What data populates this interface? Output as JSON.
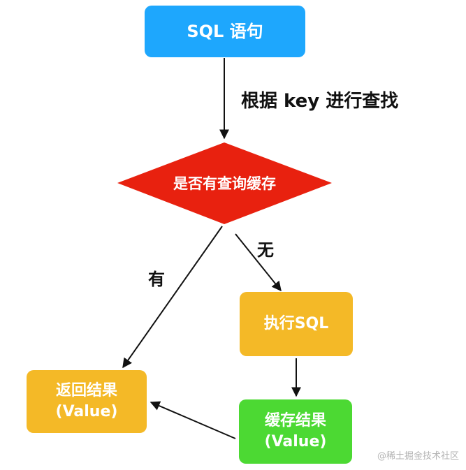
{
  "nodes": {
    "sql_statement": "SQL 语句",
    "has_cache_question": "是否有查询缓存",
    "execute_sql": "执行SQL",
    "return_result_line1": "返回结果",
    "return_result_line2": "(Value)",
    "cache_result_line1": "缓存结果",
    "cache_result_line2": "(Value)"
  },
  "edge_labels": {
    "lookup_by_key": "根据 key 进行查找",
    "no": "无",
    "yes": "有"
  },
  "watermark": "@稀土掘金技术社区",
  "colors": {
    "blue": "#1ea7fd",
    "red": "#e8210f",
    "orange": "#f4b927",
    "green": "#4cd933"
  }
}
